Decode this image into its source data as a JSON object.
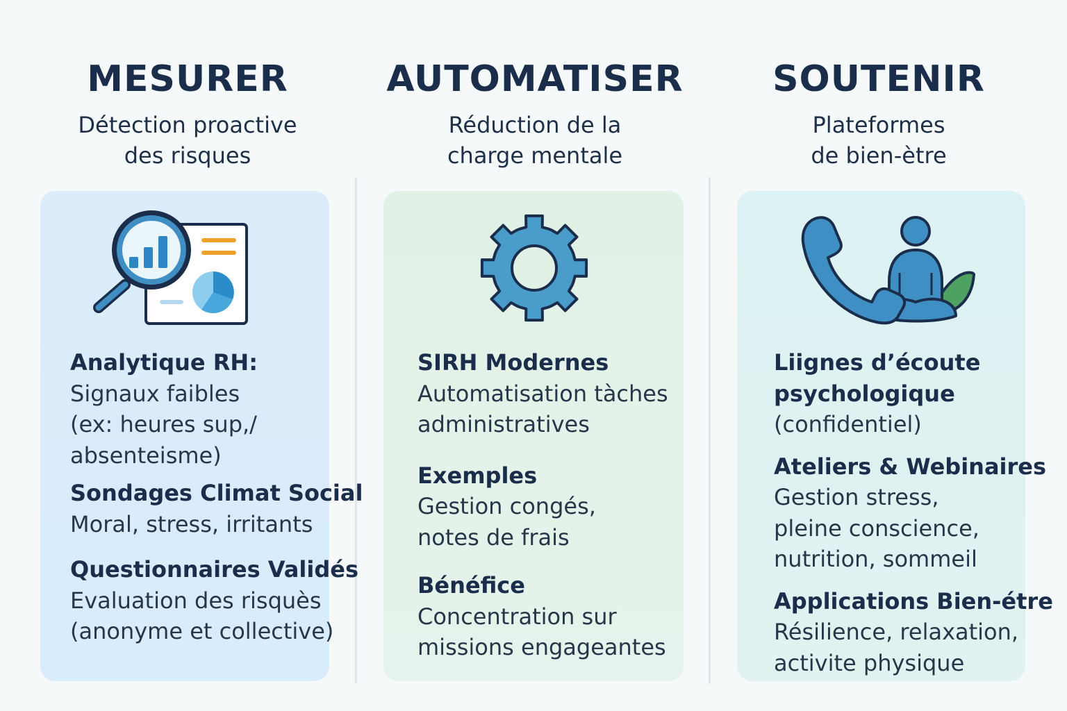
{
  "columns": [
    {
      "title": "MESURER",
      "subtitle": "Détection proactive\ndes risques",
      "icon": "magnifier-analytics-icon",
      "items": [
        {
          "title": "Analytique RH:",
          "body": "Signaux faibles\n(ex: heures sup,/\nabsenteisme)"
        },
        {
          "title": "Sondages Climat Social",
          "body": "Moral, stress, irritants"
        },
        {
          "title": "Questionnaires Validés",
          "body": "Evaluation des risquès\n(anonyme et collective)"
        }
      ]
    },
    {
      "title": "AUTOMATISER",
      "subtitle": "Réduction de la\ncharge mentale",
      "icon": "gear-icon",
      "items": [
        {
          "title": "SIRH Modernes",
          "body": "Automatisation tàches\nadministratives"
        },
        {
          "title": "Exemples",
          "body": "Gestion congés,\nnotes de frais"
        },
        {
          "title": "Bénéfice",
          "body": "Concentration sur\nmissions engageantes"
        }
      ]
    },
    {
      "title": "SOUTENIR",
      "subtitle": "Plateformes\nde bien-ètre",
      "icon": "phone-person-leaf-icon",
      "items": [
        {
          "title": "Liignes d’écoute",
          "title2": "psychologique",
          "body": "(confidentiel)"
        },
        {
          "title": "Ateliers & Webinaires",
          "body": "Gestion stress,\npleine conscience,\nnutrition, sommeil"
        },
        {
          "title": "Applications Bien-étre",
          "body": "Résilience, relaxation,\nactivite physique"
        }
      ]
    }
  ],
  "colors": {
    "title": "#1a2d4a",
    "card_blue": "#dcecfa",
    "card_green": "#e2f1e6",
    "card_teal": "#dcf2f4",
    "icon_blue": "#3f8fc4",
    "icon_orange": "#f0a12a",
    "leaf_green": "#4ea063"
  }
}
